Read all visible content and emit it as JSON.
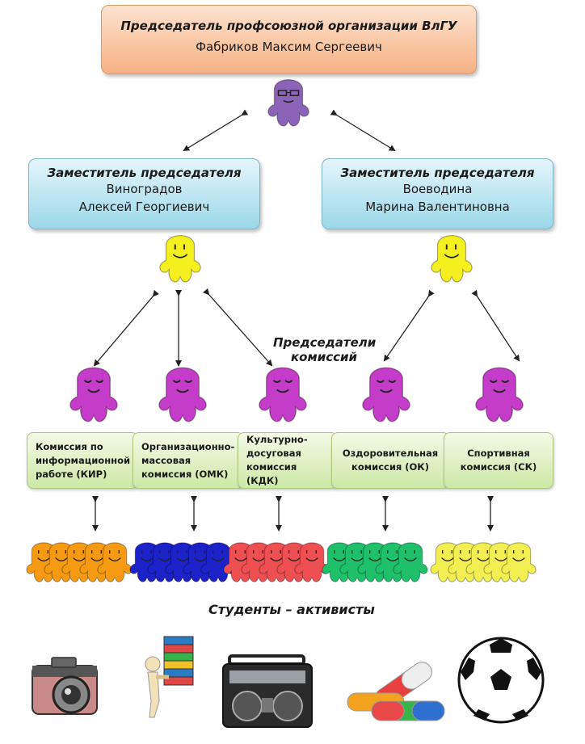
{
  "chairman": {
    "title": "Председатель профсоюзной организации ВлГУ",
    "name": "Фабриков Максим Сергеевич"
  },
  "deputies": [
    {
      "title": "Заместитель председателя",
      "name_line1": "Виноградов",
      "name_line2": "Алексей Георгиевич"
    },
    {
      "title": "Заместитель председателя",
      "name_line1": "Воеводина",
      "name_line2": "Марина Валентиновна"
    }
  ],
  "commission_heads_label": {
    "line1": "Председатели",
    "line2": "комиссий"
  },
  "commissions": [
    {
      "line1": "Комиссия по",
      "line2": "информационной",
      "line3": "работе (КИР)"
    },
    {
      "line1": "Организационно-",
      "line2": "массовая",
      "line3": "комиссия (ОМК)"
    },
    {
      "line1": "Культурно-",
      "line2": "досуговая",
      "line3": "комиссия (КДК)"
    },
    {
      "line1": "Оздоровительная",
      "line2": "комиссия (ОК)",
      "line3": ""
    },
    {
      "line1": "Спортивная",
      "line2": "комиссия (СК)",
      "line3": ""
    }
  ],
  "students_label": "Студенты – активисты",
  "colors": {
    "chair_figure": "#8b63b8",
    "deputy_figure": "#f4ef1e",
    "head_figure": "#c43cc8",
    "groups": [
      "#f59a12",
      "#1a22c8",
      "#ee4f53",
      "#1ec06a",
      "#f3ee52"
    ]
  },
  "icons": [
    "camera-icon",
    "book-stack-icon",
    "boombox-icon",
    "pills-icon",
    "soccer-ball-icon"
  ]
}
